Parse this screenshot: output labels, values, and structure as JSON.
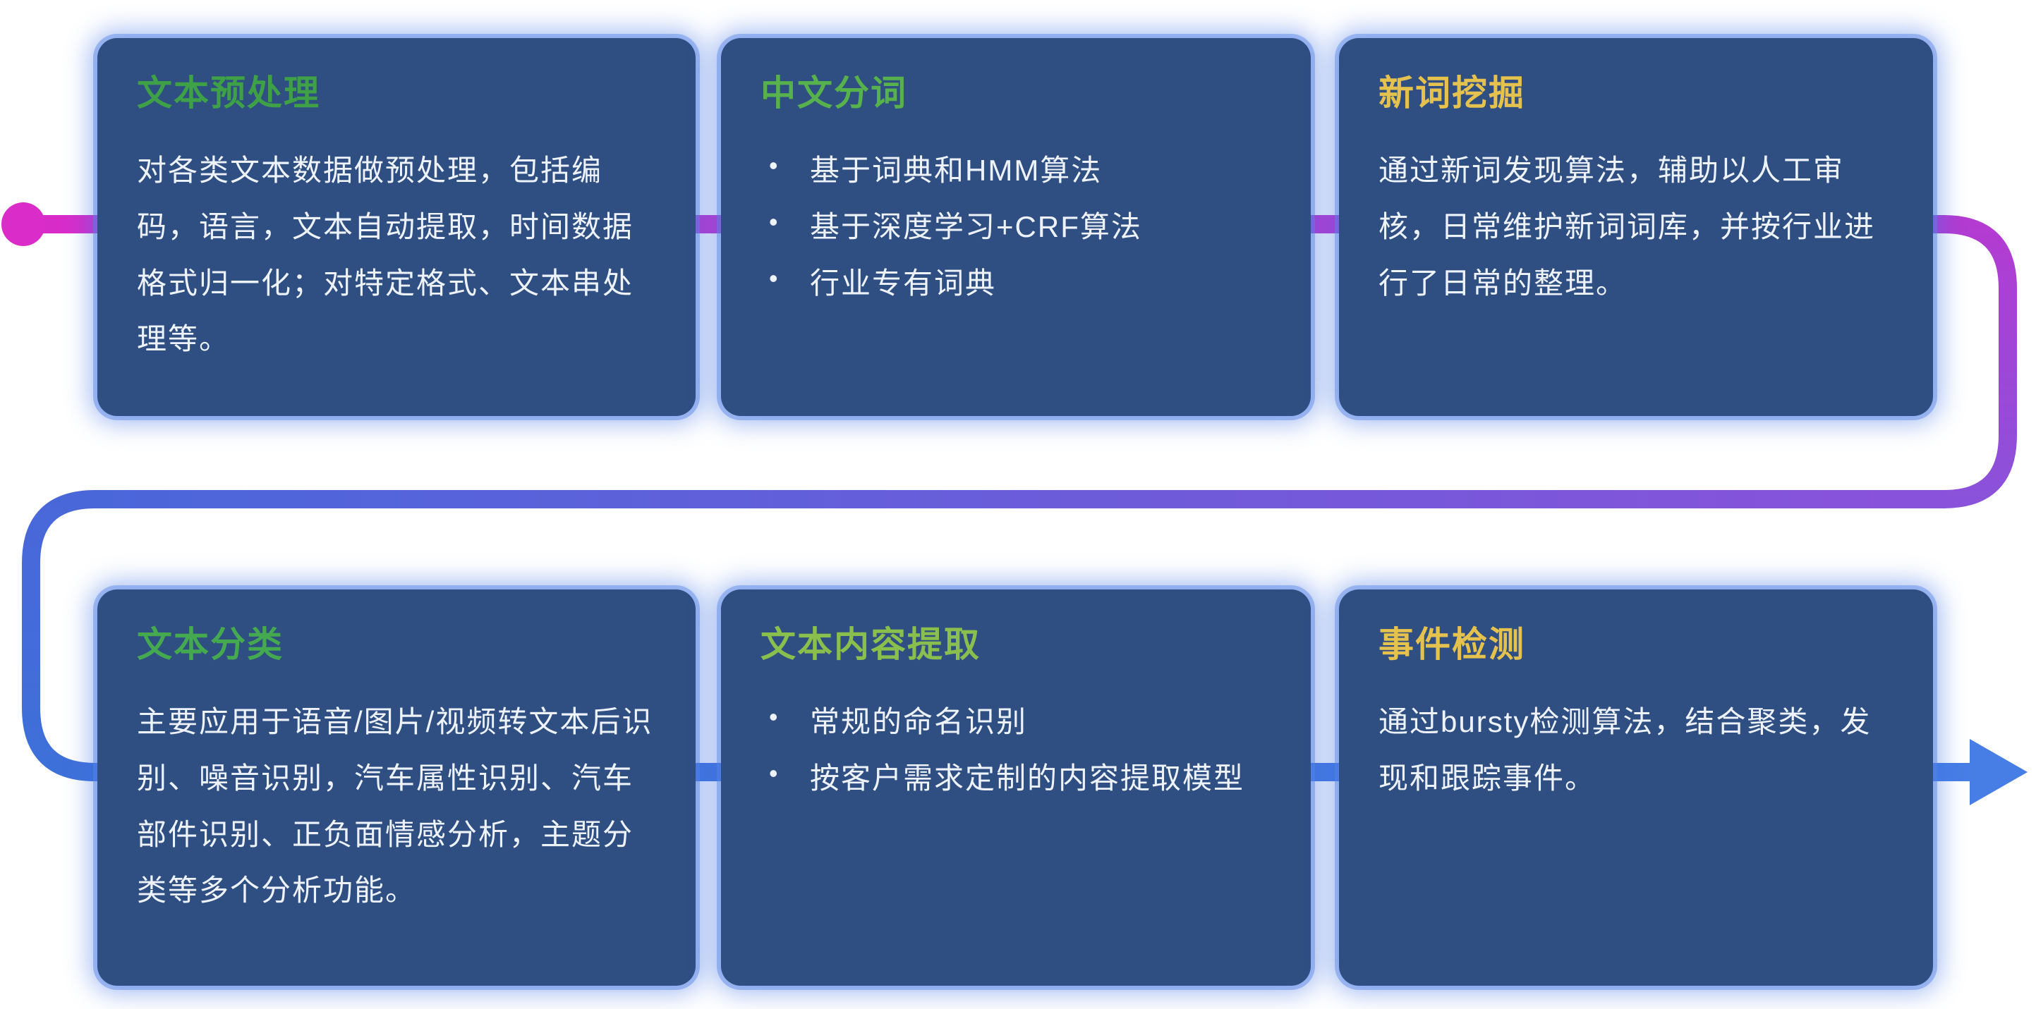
{
  "theme": {
    "page_bg": "#ffffff",
    "card_bg": "#2f4e82",
    "body_text": "#eef3fb"
  },
  "flow": {
    "colors": {
      "magenta": "#d92cc9",
      "magenta_purple": "#b43bd2",
      "purple": "#8a52da",
      "blue_purple": "#4a67da",
      "blue": "#3e70d9",
      "blue_bright": "#477ee6"
    },
    "start_marker": "dot",
    "end_marker": "arrow-right"
  },
  "cards": [
    {
      "title": "文本预处理",
      "title_color": "#3ea047",
      "body": "对各类文本数据做预处理，包括编码，语言，文本自动提取，时间数据格式归一化；对特定格式、文本串处理等。"
    },
    {
      "title": "中文分词",
      "title_color": "#57b14c",
      "bullets": [
        "基于词典和HMM算法",
        "基于深度学习+CRF算法",
        "行业专有词典"
      ]
    },
    {
      "title": "新词挖掘",
      "title_color": "#e5c24d",
      "body": "通过新词发现算法，辅助以人工审核，日常维护新词词库，并按行业进行了日常的整理。"
    },
    {
      "title": "文本分类",
      "title_color": "#44a94f",
      "body": "主要应用于语音/图片/视频转文本后识别、噪音识别，汽车属性识别、汽车部件识别、正负面情感分析，主题分类等多个分析功能。"
    },
    {
      "title": "文本内容提取",
      "title_color": "#8abf4e",
      "bullets": [
        "常规的命名识别",
        "按客户需求定制的内容提取模型"
      ]
    },
    {
      "title": "事件检测",
      "title_color": "#e5c24d",
      "body": "通过bursty检测算法，结合聚类，发现和跟踪事件。"
    }
  ]
}
